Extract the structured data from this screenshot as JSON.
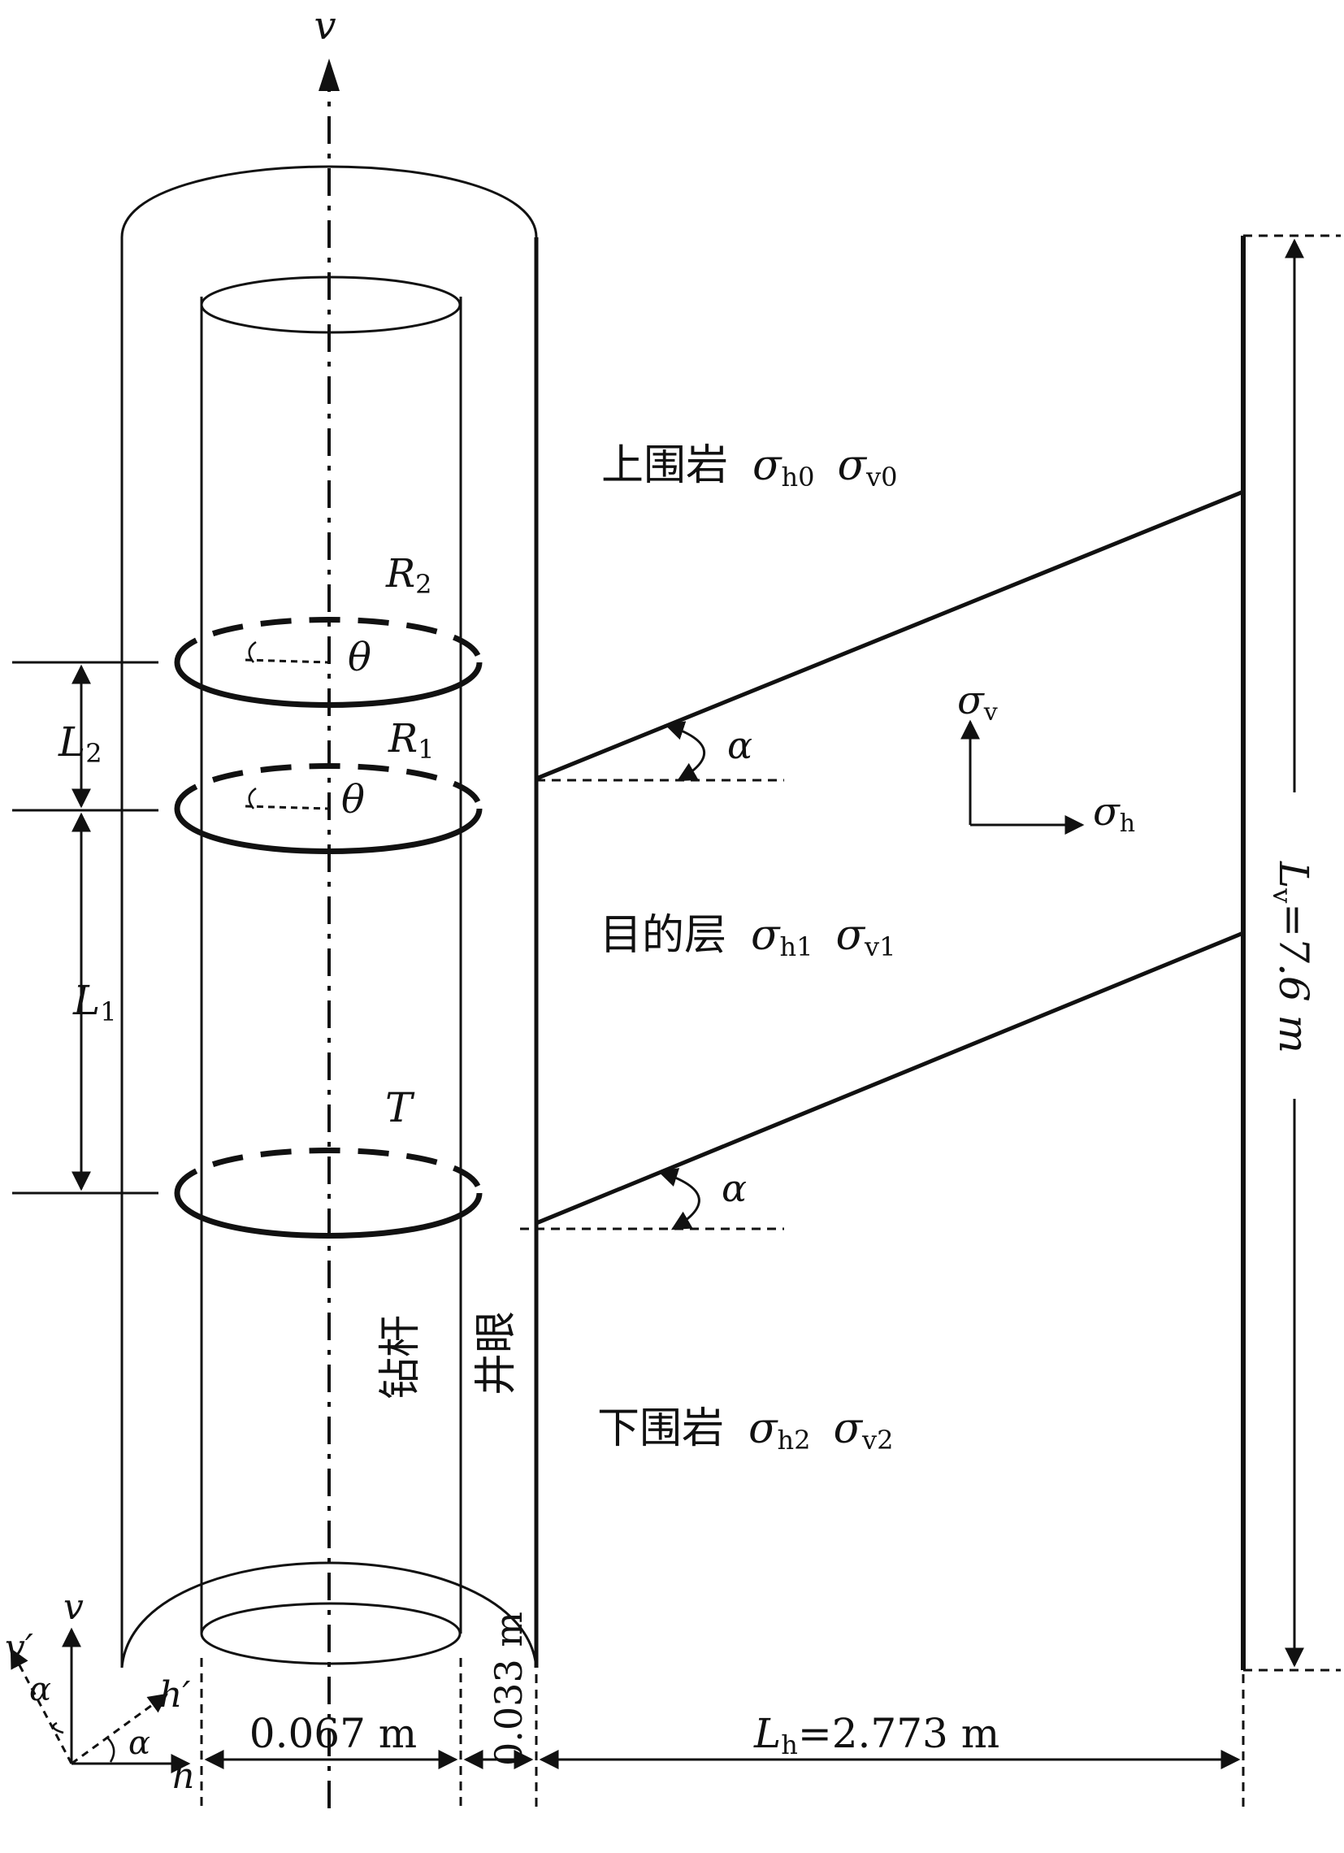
{
  "diagram": {
    "axis_top_label": "v",
    "labels": {
      "R2": {
        "main": "R",
        "sub": "2"
      },
      "R1": {
        "main": "R",
        "sub": "1"
      },
      "T": "T",
      "theta": "θ",
      "alpha": "α",
      "L2": {
        "main": "L",
        "sub": "2"
      },
      "L1": {
        "main": "L",
        "sub": "1"
      },
      "Lv": {
        "main": "L",
        "sub": "v",
        "rest": "=7.6 m"
      },
      "Lh": {
        "main": "L",
        "sub": "h",
        "rest": "=2.773 m"
      },
      "dim_pipe": "0.067 m",
      "dim_gap": "0.033 m",
      "drill_pipe": "钻杆",
      "borehole": "井眼"
    },
    "layers": [
      {
        "name": "上围岩",
        "sh": {
          "main": "σ",
          "sub": "h0"
        },
        "sv": {
          "main": "σ",
          "sub": "v0"
        }
      },
      {
        "name": "目的层",
        "sh": {
          "main": "σ",
          "sub": "h1"
        },
        "sv": {
          "main": "σ",
          "sub": "v1"
        }
      },
      {
        "name": "下围岩",
        "sh": {
          "main": "σ",
          "sub": "h2"
        },
        "sv": {
          "main": "σ",
          "sub": "v2"
        }
      }
    ],
    "stress_axes": {
      "v": {
        "main": "σ",
        "sub": "v"
      },
      "h": {
        "main": "σ",
        "sub": "h"
      }
    },
    "coord_system": {
      "v": "v",
      "v_prime": "v′",
      "h": "h",
      "h_prime": "h′",
      "alpha": "α"
    }
  }
}
